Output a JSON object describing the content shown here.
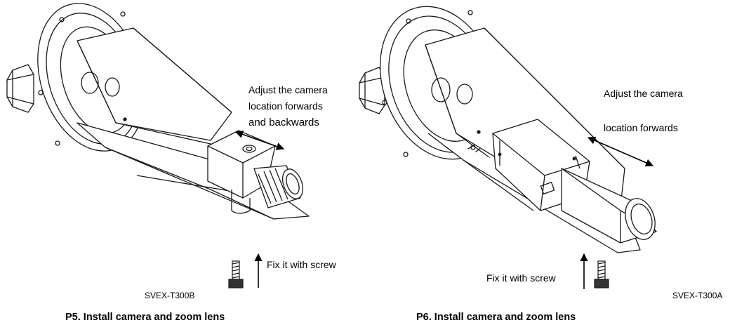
{
  "panels": [
    {
      "annotation": [
        "Adjust the camera",
        "location forwards",
        "and backwards"
      ],
      "screw_label": "Fix it with screw",
      "model": "SVEX-T300B",
      "caption": "P5. Install camera and zoom lens"
    },
    {
      "annotation": [
        "Adjust the camera",
        "location forwards"
      ],
      "screw_label": "Fix it with screw",
      "model": "SVEX-T300A",
      "caption": "P6. Install camera and zoom lens"
    }
  ],
  "colors": {
    "line": "#1a1a1a",
    "background": "#ffffff"
  }
}
